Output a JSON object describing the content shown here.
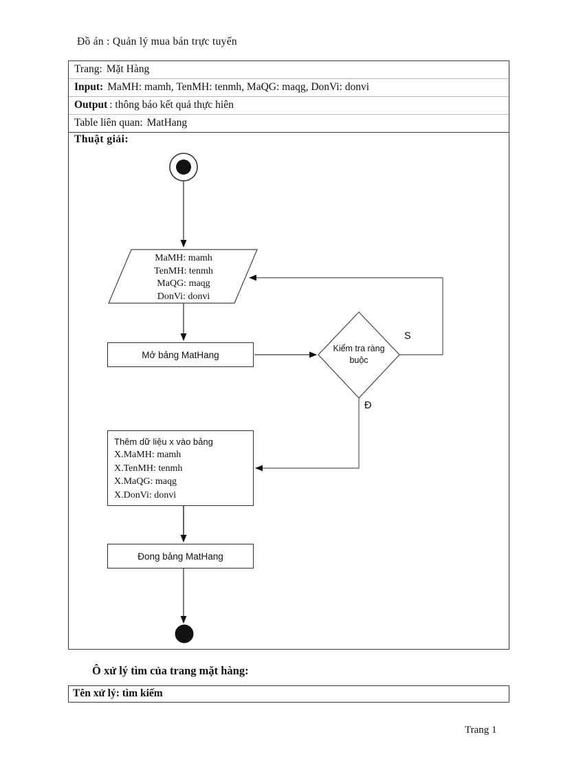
{
  "colors": {
    "ink": "#111111",
    "background": "#ffffff"
  },
  "header": {
    "project_title": "Đồ án : Quản lý mua bán trực tuyến"
  },
  "info_table": {
    "rows": [
      {
        "label": "Trang:",
        "value": "Mặt Hàng"
      },
      {
        "label": "Input:",
        "value": "MaMH: mamh,  TenMH: tenmh,  MaQG: maqg,  DonVi:  donvi"
      },
      {
        "label": "Output",
        "value": ": thông báo kết quả thực hiên"
      },
      {
        "label": "Table liên quan:",
        "value": "MatHang"
      }
    ],
    "algorithm_label": "Thuật  giải:"
  },
  "flowchart": {
    "input_parallelogram": {
      "lines": [
        "MaMH: mamh",
        "TenMH: tenmh",
        "MaQG: maqg",
        "DonVi: donvi"
      ]
    },
    "open_table_step": "Mở bảng MatHang",
    "decision": {
      "line1": "Kiểm tra ràng",
      "line2": "buộc",
      "no_label": "S",
      "yes_label": "Đ"
    },
    "insert_step": {
      "title": "Thêm dữ liệu x vào bảng",
      "lines": [
        "X.MaMH: mamh",
        "X.TenMH: tenmh",
        "X.MaQG: maqg",
        "X.DonVi: donvi"
      ]
    },
    "close_table_step": "Đong bảng MatHang"
  },
  "bottom": {
    "section_heading": "Ô xử lý tìm của trang mặt hàng:",
    "process_name": "Tên xử lý: tìm kiếm"
  },
  "footer": {
    "page_number": "Trang  1"
  }
}
